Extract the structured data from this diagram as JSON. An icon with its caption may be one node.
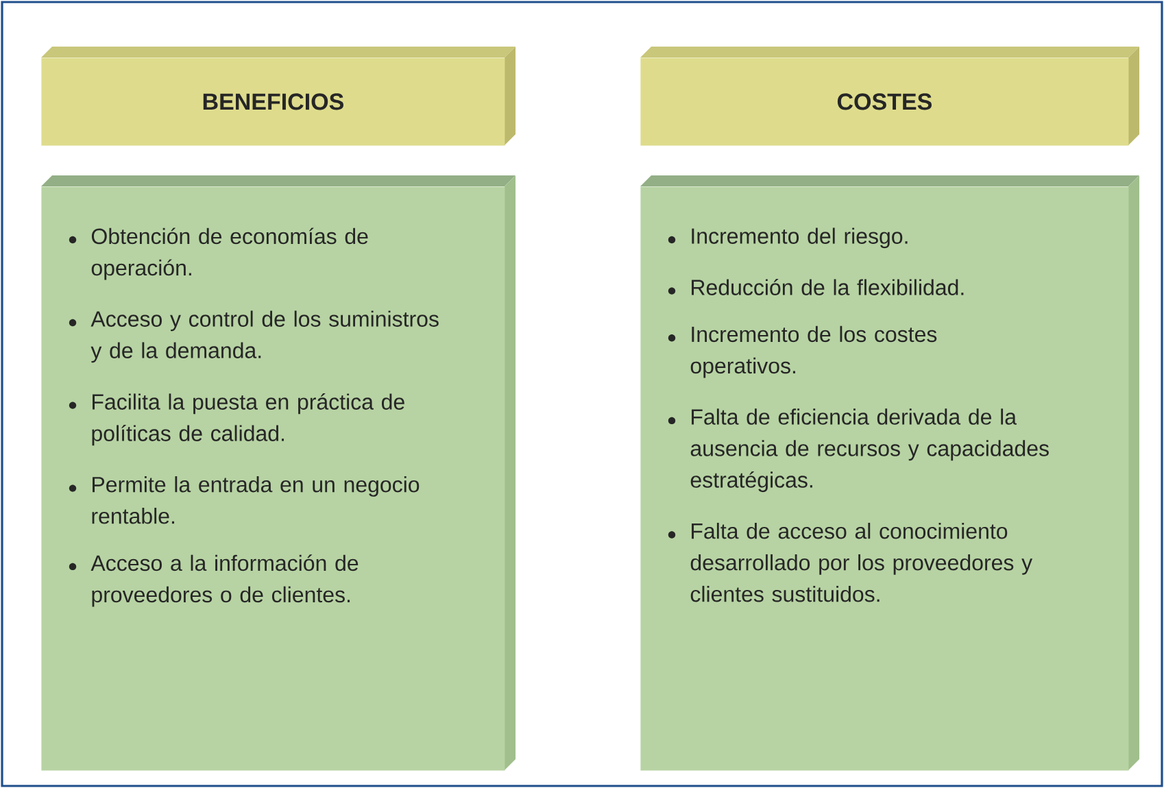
{
  "diagram": {
    "nodes": [
      {
        "text": [
          "BENEFICIOS"
        ]
      },
      {
        "text": [
          "Obtención de economías de operación.",
          "Acceso y control de los suministros y de la demanda.",
          "Facilita la puesta en práctica de políticas de calidad.",
          "Permite la entrada en un negocio rentable.",
          "Acceso a la información de proveedores o de clientes."
        ]
      },
      {
        "text": [
          "COSTES"
        ]
      },
      {
        "text": [
          "Incremento del riesgo.",
          "Reducción de la flexibilidad.",
          "Incremento de los costes operativos.",
          "Falta de eficiencia derivada de la ausencia de recursos y capacidades estratégicas.",
          "Falta de acceso al conocimiento desarrollado por los proveedores y clientes sustituidos."
        ]
      }
    ]
  }
}
